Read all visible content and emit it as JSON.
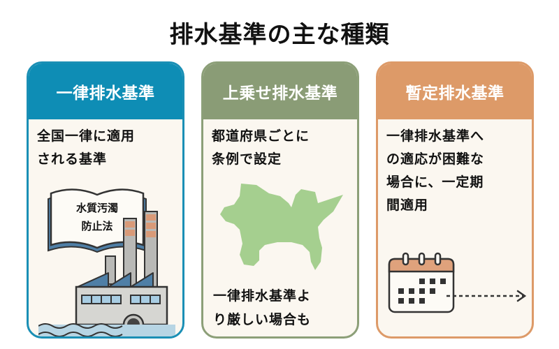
{
  "title": "排水基準の主な種類",
  "colors": {
    "card1_accent": "#0e8db5",
    "card2_accent": "#8a9c76",
    "card3_accent": "#dd9a68",
    "card_body": "#fbf7f0",
    "map_fill": "#a5cf8f"
  },
  "cards": [
    {
      "title": "一律排水基準",
      "description": "全国一律に適用\nされる基準",
      "illustration": {
        "type": "factory-with-book",
        "book_label": "水質汚濁\n防止法",
        "icons": [
          "book-icon",
          "factory-icon",
          "drain-pipe-icon",
          "water-wave-icon"
        ]
      }
    },
    {
      "title": "上乗せ排水基準",
      "description": "都道府県ごとに\n条例で設定",
      "illustration": {
        "type": "prefecture-map",
        "icons": [
          "prefecture-map-icon"
        ]
      },
      "note": "一律排水基準よ\nり厳しい場合も"
    },
    {
      "title": "暫定排水基準",
      "description": "一律排水基準へ\nの適応が困難な\n場合に、一定期\n間適用",
      "illustration": {
        "type": "calendar-arrow",
        "icons": [
          "calendar-icon",
          "dashed-arrow-right-icon"
        ]
      }
    }
  ]
}
